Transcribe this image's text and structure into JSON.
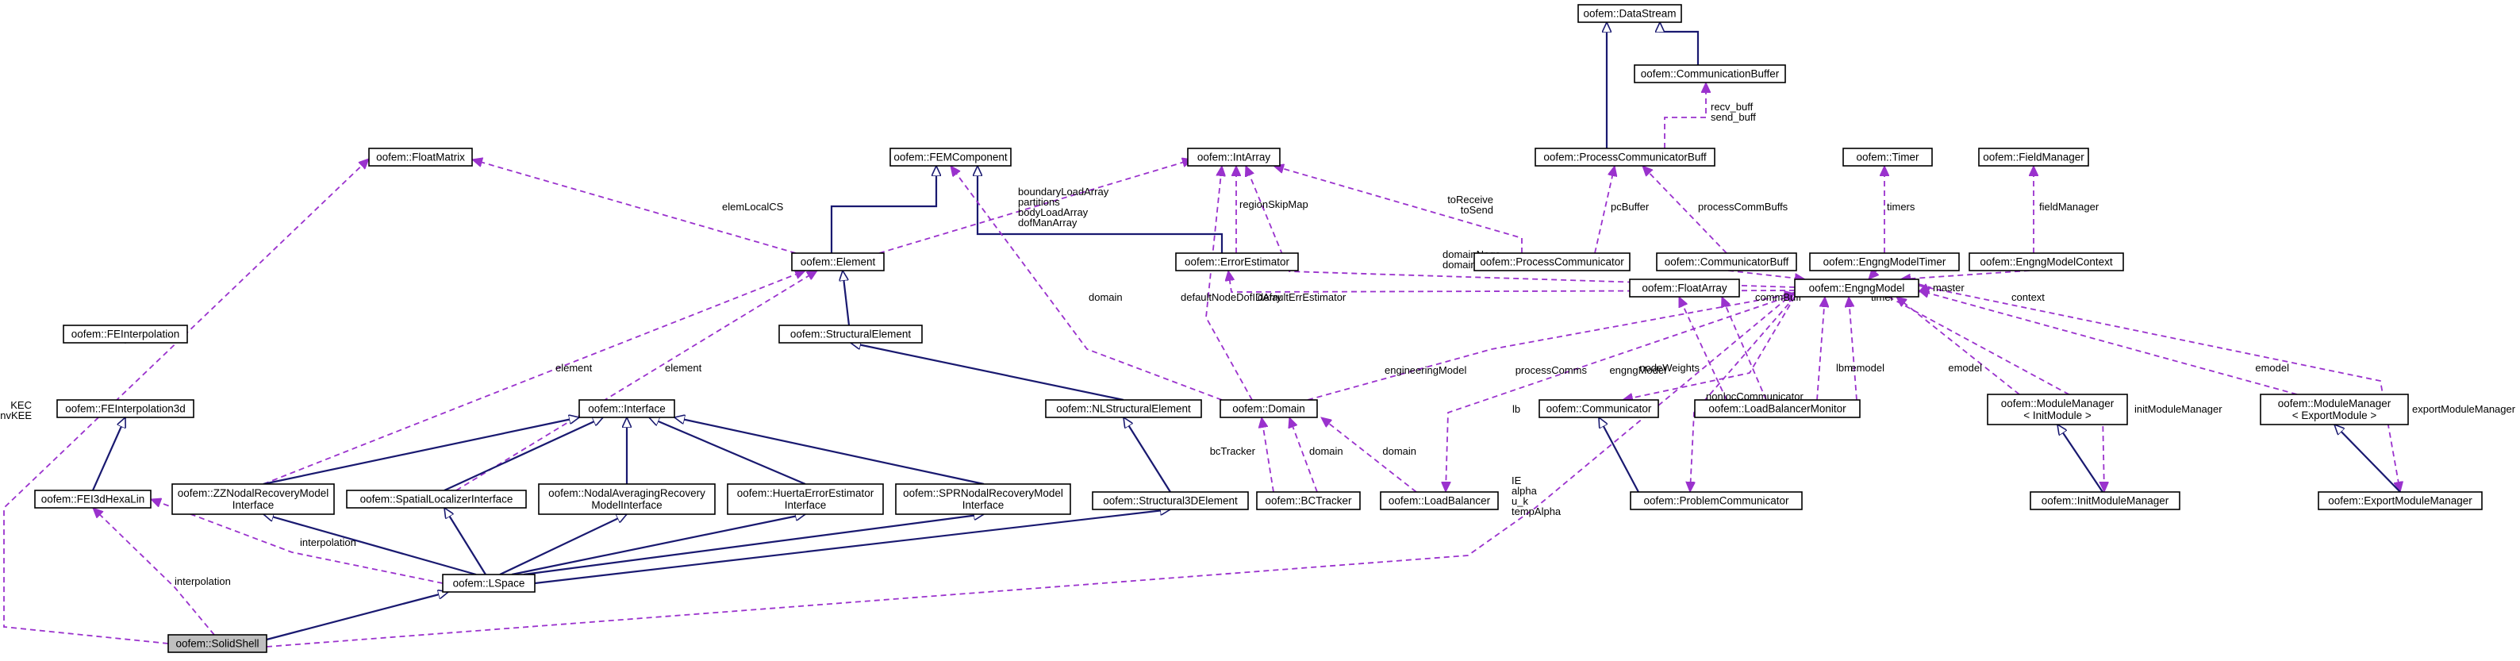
{
  "nodes": {
    "DataStream": [
      "oofem::DataStream"
    ],
    "CommunicationBuffer": [
      "oofem::CommunicationBuffer"
    ],
    "ProcessCommunicatorBuff": [
      "oofem::ProcessCommunicatorBuff"
    ],
    "Timer": [
      "oofem::Timer"
    ],
    "FieldManager": [
      "oofem::FieldManager"
    ],
    "FloatMatrix": [
      "oofem::FloatMatrix"
    ],
    "FEMComponent": [
      "oofem::FEMComponent"
    ],
    "IntArray": [
      "oofem::IntArray"
    ],
    "Element": [
      "oofem::Element"
    ],
    "ErrorEstimator": [
      "oofem::ErrorEstimator"
    ],
    "ProcessCommunicator": [
      "oofem::ProcessCommunicator"
    ],
    "CommunicatorBuff": [
      "oofem::CommunicatorBuff"
    ],
    "EngngModelTimer": [
      "oofem::EngngModelTimer"
    ],
    "EngngModelContext": [
      "oofem::EngngModelContext"
    ],
    "FEInterpolation": [
      "oofem::FEInterpolation"
    ],
    "StructuralElement": [
      "oofem::StructuralElement"
    ],
    "FloatArray": [
      "oofem::FloatArray"
    ],
    "EngngModel": [
      "oofem::EngngModel"
    ],
    "FEInterpolation3d": [
      "oofem::FEInterpolation3d"
    ],
    "Interface": [
      "oofem::Interface"
    ],
    "NLStructuralElement": [
      "oofem::NLStructuralElement"
    ],
    "Domain": [
      "oofem::Domain"
    ],
    "Communicator": [
      "oofem::Communicator"
    ],
    "LoadBalancerMonitor": [
      "oofem::LoadBalancerMonitor"
    ],
    "ModuleManagerInit": [
      "oofem::ModuleManager",
      "< InitModule >"
    ],
    "ModuleManagerExport": [
      "oofem::ModuleManager",
      "< ExportModule >"
    ],
    "FEI3dHexaLin": [
      "oofem::FEI3dHexaLin"
    ],
    "ZZNodalRecoveryModelInterface": [
      "oofem::ZZNodalRecoveryModel",
      "Interface"
    ],
    "SpatialLocalizerInterface": [
      "oofem::SpatialLocalizerInterface"
    ],
    "NodalAveragingRecoveryModelInterface": [
      "oofem::NodalAveragingRecovery",
      "ModelInterface"
    ],
    "HuertaErrorEstimatorInterface": [
      "oofem::HuertaErrorEstimator",
      "Interface"
    ],
    "SPRNodalRecoveryModelInterface": [
      "oofem::SPRNodalRecoveryModel",
      "Interface"
    ],
    "Structural3DElement": [
      "oofem::Structural3DElement"
    ],
    "BCTracker": [
      "oofem::BCTracker"
    ],
    "LoadBalancer": [
      "oofem::LoadBalancer"
    ],
    "ProblemCommunicator": [
      "oofem::ProblemCommunicator"
    ],
    "InitModuleManager": [
      "oofem::InitModuleManager"
    ],
    "ExportModuleManager": [
      "oofem::ExportModuleManager"
    ],
    "LSpace": [
      "oofem::LSpace"
    ],
    "SolidShell": [
      "oofem::SolidShell"
    ]
  },
  "edge_labels": {
    "recv_send_buff": [
      "recv_buff",
      "send_buff"
    ],
    "timers": [
      "timers"
    ],
    "fieldManager": [
      "fieldManager"
    ],
    "elemLocalCS": [
      "elemLocalCS"
    ],
    "boundaryLoadArray": [
      "boundaryLoadArray",
      "partitions",
      "bodyLoadArray",
      "dofManArray"
    ],
    "regionSkipMap": [
      "regionSkipMap"
    ],
    "toReceive": [
      "toReceive",
      "toSend"
    ],
    "pcBuffer": [
      "pcBuffer"
    ],
    "processCommBuffs": [
      "processCommBuffs"
    ],
    "domainNeqs": [
      "domainNeqs",
      "domainPrescribedNeqs"
    ],
    "commBuff": [
      "commBuff"
    ],
    "timer": [
      "timer"
    ],
    "context": [
      "context"
    ],
    "master": [
      "master"
    ],
    "defaultErrEstimator": [
      "defaultErrEstimator"
    ],
    "domain_fem": [
      "domain"
    ],
    "defaultNodeDofIDArry": [
      "defaultNodeDofIDArry"
    ],
    "element1": [
      "element"
    ],
    "element2": [
      "element"
    ],
    "engineeringModel": [
      "engineeringModel"
    ],
    "processComms": [
      "processComms"
    ],
    "nodeWeights": [
      "nodeWeights"
    ],
    "engngModel": [
      "engngModel"
    ],
    "lbm": [
      "lbm"
    ],
    "emodel1": [
      "emodel"
    ],
    "emodel2": [
      "emodel"
    ],
    "emodel3": [
      "emodel"
    ],
    "exportModuleManager": [
      "exportModuleManager"
    ],
    "initModuleManager": [
      "initModuleManager"
    ],
    "nonlocCommunicator": [
      "nonlocCommunicator",
      "communicator"
    ],
    "lb": [
      "lb"
    ],
    "bcTracker": [
      "bcTracker"
    ],
    "domain_bct": [
      "domain"
    ],
    "domain_lb": [
      "domain"
    ],
    "KEC": [
      "KEC",
      "InvKEE"
    ],
    "IE": [
      "IE",
      "alpha",
      "u_k",
      "tempAlpha"
    ],
    "interpolation1": [
      "interpolation"
    ],
    "interpolation2": [
      "interpolation"
    ]
  }
}
